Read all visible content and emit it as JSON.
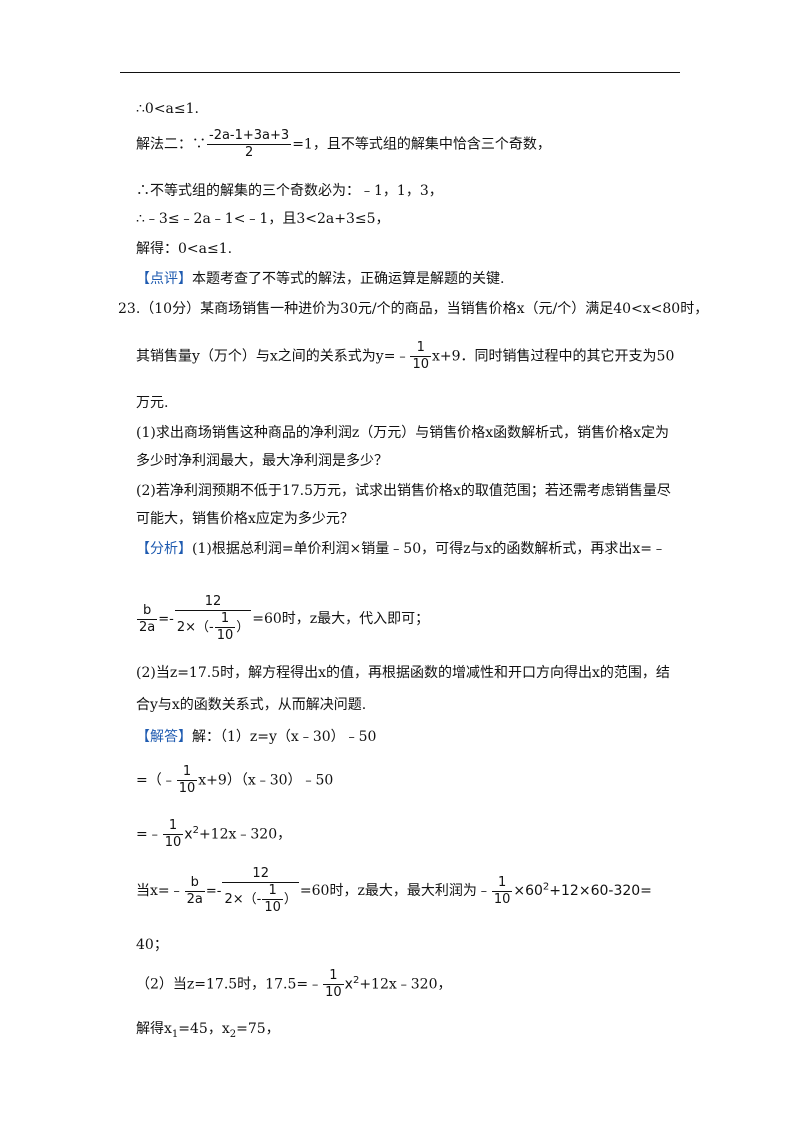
{
  "page": {
    "l01": "∴0<a≤1.",
    "l02a": "解法二：∵",
    "l02num": "-2a-1+3a+3",
    "l02den": "2",
    "l02b": "=1，且不等式组的解集中恰含三个奇数，",
    "l03": "∴不等式组的解集的三个奇数必为：﹣1，1，3，",
    "l04": "∴﹣3≤﹣2a﹣1<﹣1，且3<2a+3≤5，",
    "l05": "解得：0<a≤1.",
    "l06tag": "【点评】",
    "l06": "本题考查了不等式的解法，正确运算是解题的关键.",
    "l07": "23.（10分）某商场销售一种进价为30元/个的商品，当销售价格x（元/个）满足40<x<80时，",
    "l08a": "其销售量y（万个）与x之间的关系式为y=﹣",
    "l08num": "1",
    "l08den": "10",
    "l08b": "x+9．同时销售过程中的其它开支为50",
    "l09": "万元.",
    "l10": "(1)求出商场销售这种商品的净利润z（万元）与销售价格x函数解析式，销售价格x定为",
    "l11": "多少时净利润最大，最大净利润是多少？",
    "l12": "(2)若净利润预期不低于17.5万元，试求出销售价格x的取值范围；若还需考虑销售量尽",
    "l13": "可能大，销售价格x应定为多少元？",
    "l14tag": "【分析】",
    "l14": "(1)根据总利润=单价利润×销量﹣50，可得z与x的函数解析式，再求出x=﹣",
    "l15num1": "b",
    "l15den1": "2a",
    "l15eq": "=-",
    "l15num2": "12",
    "l15den2a": "2×（-",
    "l15den2n": "1",
    "l15den2d": "10",
    "l15den2b": "）",
    "l15b": "=60时，z最大，代入即可；",
    "l16": "(2)当z=17.5时，解方程得出x的值，再根据函数的增减性和开口方向得出x的范围，结",
    "l17": "合y与x的函数关系式，从而解决问题.",
    "l18tag": "【解答】",
    "l18": "解：（1）z=y（x﹣30）﹣50",
    "l19a": "=（﹣",
    "l19num": "1",
    "l19den": "10",
    "l19b": "x+9）（x﹣30）﹣50",
    "l20a": "=﹣",
    "l20num": "1",
    "l20den": "10",
    "l20b": "x",
    "l20sup": "2",
    "l20c": "+12x﹣320，",
    "l21a": "当x=﹣",
    "l21num1": "b",
    "l21den1": "2a",
    "l21eq": "=-",
    "l21num2": "12",
    "l21den2a": "2×（-",
    "l21den2n": "1",
    "l21den2d": "10",
    "l21den2b": "）",
    "l21b": "=60时，z最大，最大利润为﹣",
    "l21num3": "1",
    "l21den3": "10",
    "l21c": "×60",
    "l21sup": "2",
    "l21d": "+12×60-320=",
    "l22": "40；",
    "l23a": "（2）当z=17.5时，17.5=﹣",
    "l23num": "1",
    "l23den": "10",
    "l23b": "x",
    "l23sup": "2",
    "l23c": "+12x﹣320，",
    "l24a": "解得x",
    "l24s1": "1",
    "l24b": "=45，x",
    "l24s2": "2",
    "l24c": "=75，"
  }
}
